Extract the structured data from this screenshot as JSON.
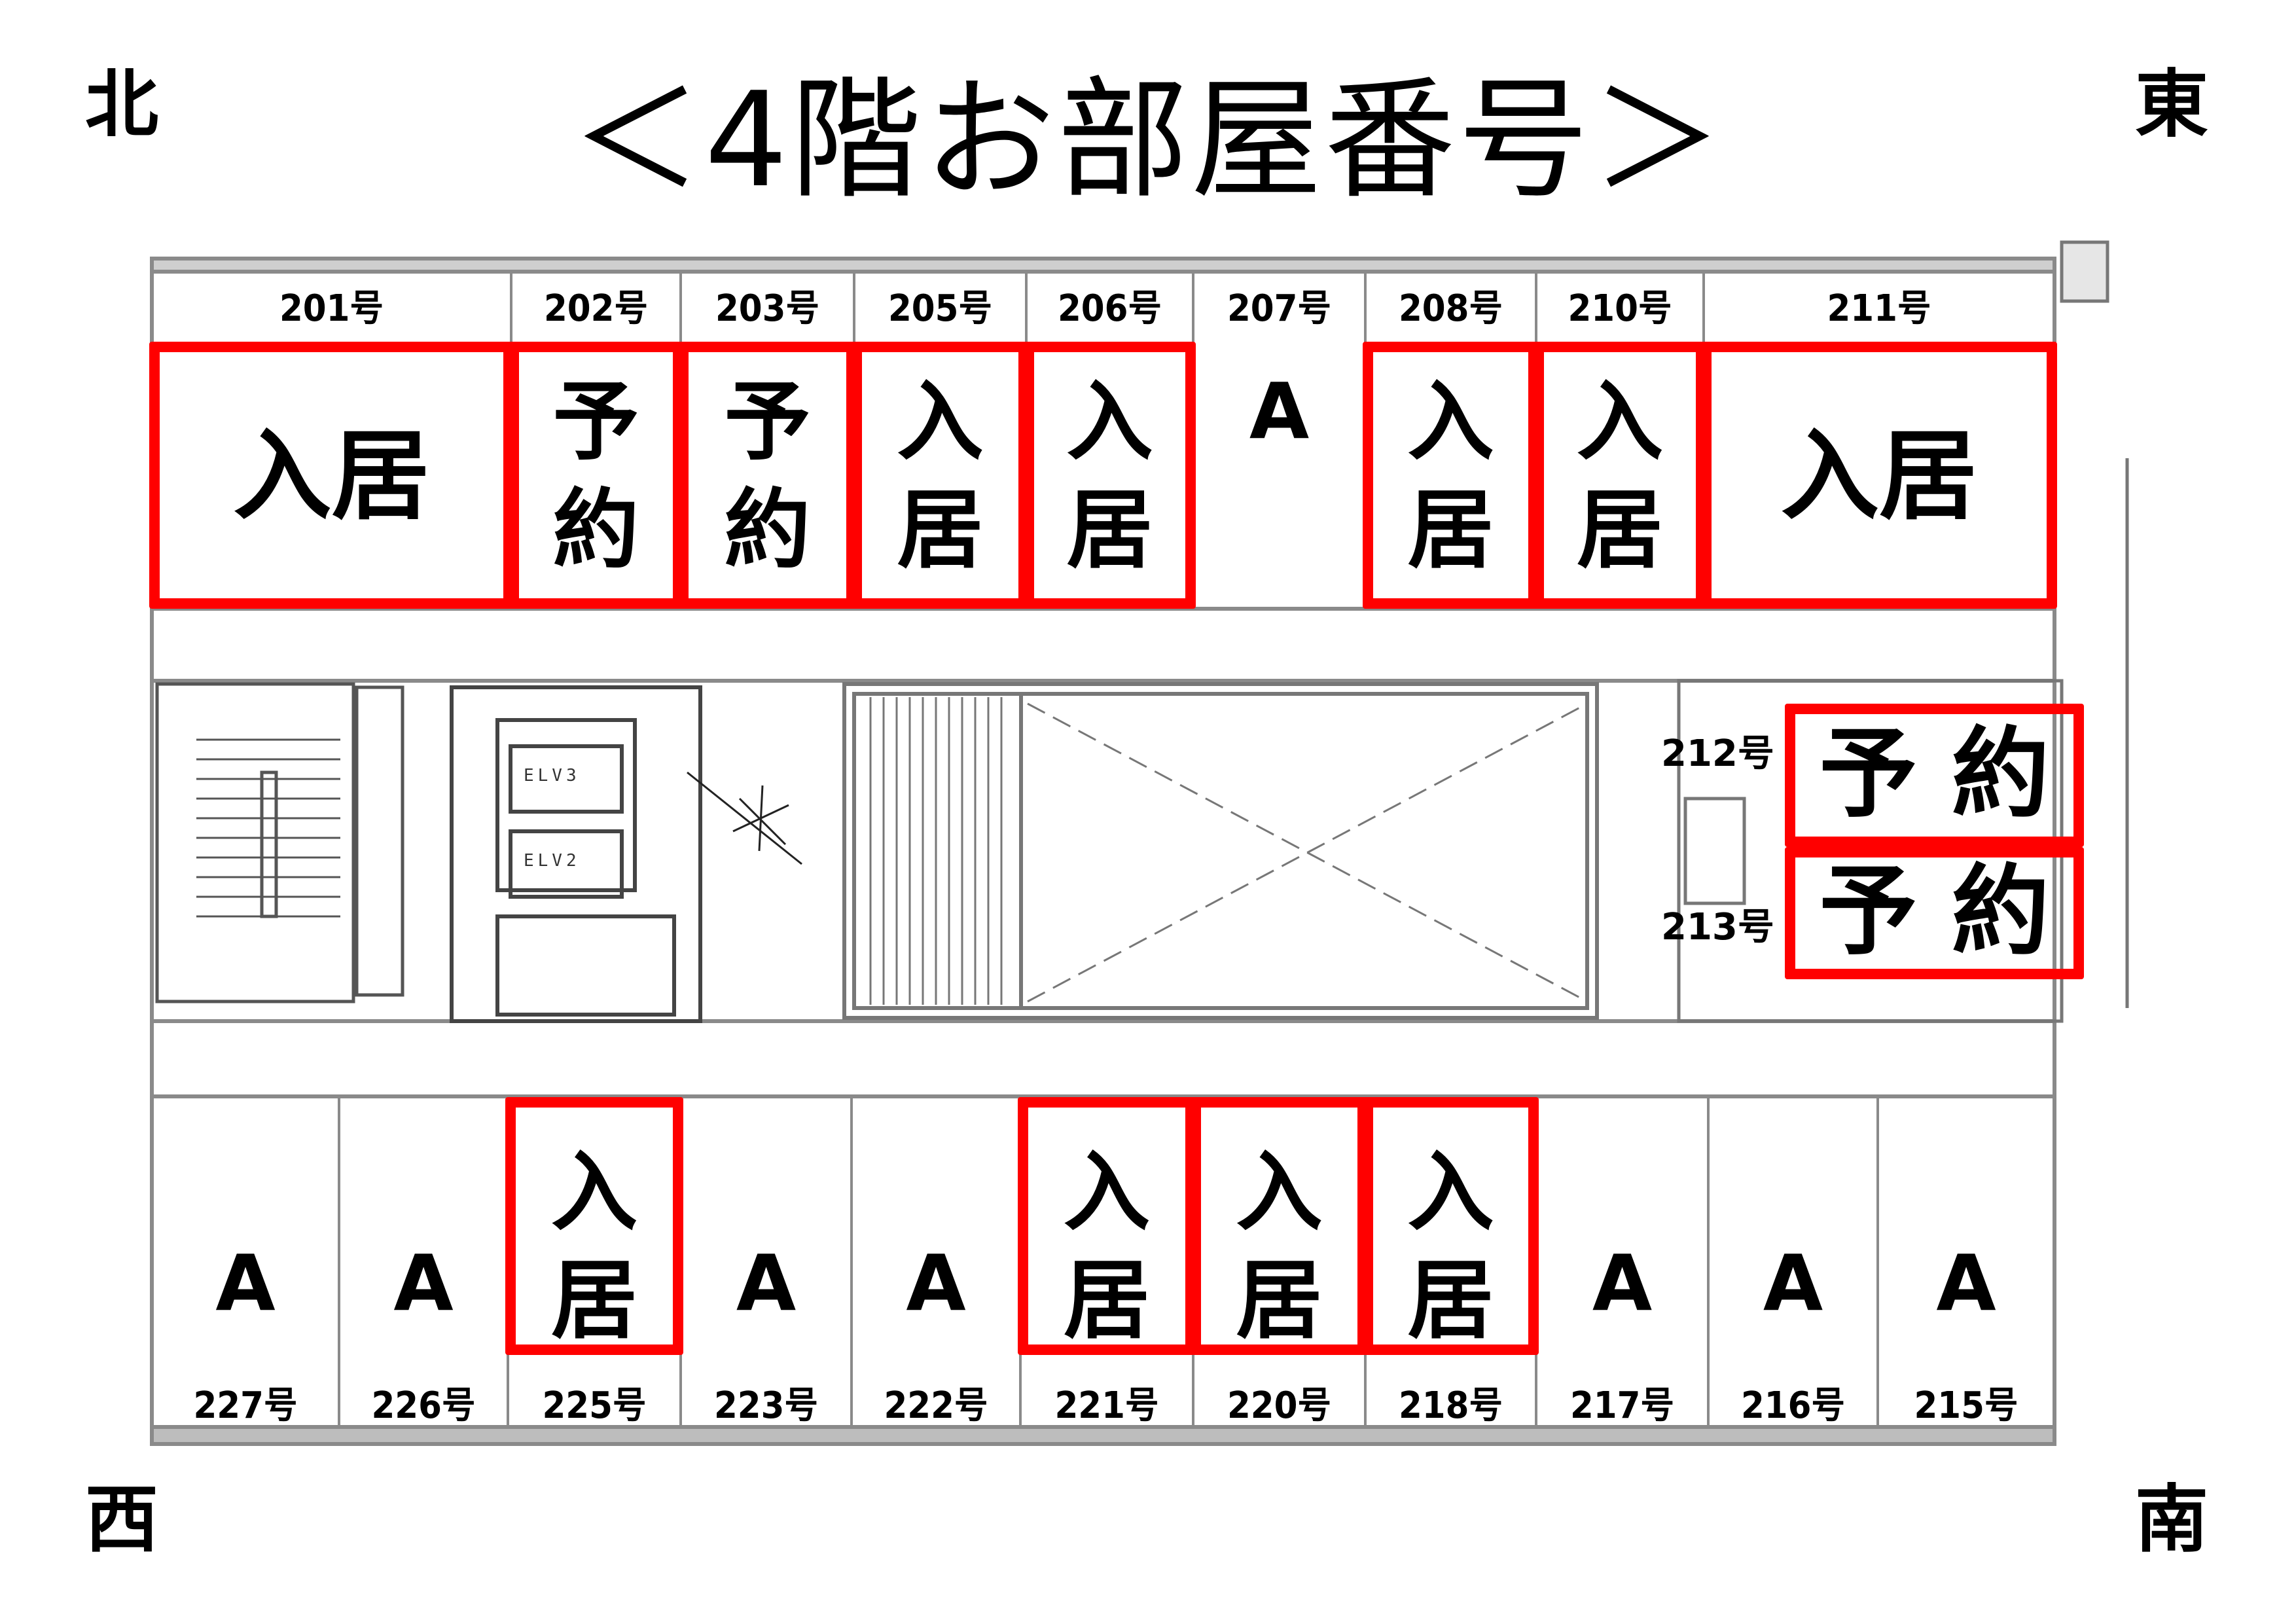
{
  "title": "＜4階お部屋番号＞",
  "compass": {
    "north": "北",
    "east": "東",
    "west": "西",
    "south": "南"
  },
  "colors": {
    "occupied_box": "#ff0000",
    "text": "#000000",
    "wall": "#7a7a7a"
  },
  "legend_values": {
    "occupied": "入居",
    "reserved": "予約",
    "available": "A"
  },
  "top_rooms": [
    {
      "number": "201号",
      "status": "入居"
    },
    {
      "number": "202号",
      "status": "予約"
    },
    {
      "number": "203号",
      "status": "予約"
    },
    {
      "number": "205号",
      "status": "入居"
    },
    {
      "number": "206号",
      "status": "入居"
    },
    {
      "number": "207号",
      "status": "A"
    },
    {
      "number": "208号",
      "status": "入居"
    },
    {
      "number": "210号",
      "status": "入居"
    },
    {
      "number": "211号",
      "status": "入居"
    }
  ],
  "east_rooms": [
    {
      "number": "212号",
      "status": "予 約"
    },
    {
      "number": "213号",
      "status": "予 約"
    }
  ],
  "bottom_rooms": [
    {
      "number": "227号",
      "status": "A"
    },
    {
      "number": "226号",
      "status": "A"
    },
    {
      "number": "225号",
      "status": "入居"
    },
    {
      "number": "223号",
      "status": "A"
    },
    {
      "number": "222号",
      "status": "A"
    },
    {
      "number": "221号",
      "status": "入居"
    },
    {
      "number": "220号",
      "status": "入居"
    },
    {
      "number": "218号",
      "status": "入居"
    },
    {
      "number": "217号",
      "status": "A"
    },
    {
      "number": "216号",
      "status": "A"
    },
    {
      "number": "215号",
      "status": "A"
    }
  ],
  "elevators": [
    "ELV3",
    "ELV2"
  ]
}
